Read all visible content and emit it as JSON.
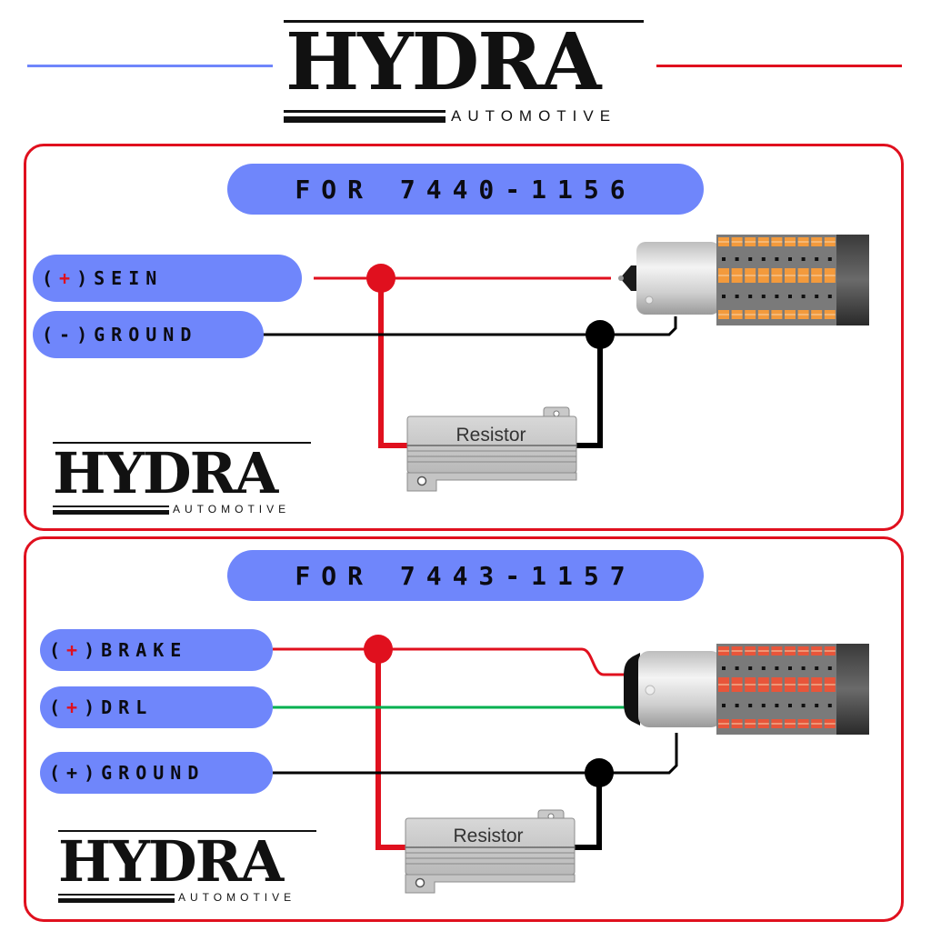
{
  "header": {
    "brand": "HYDRA",
    "tagline": "AUTOMOTIVE",
    "left_line_color": "#6f86fb",
    "right_line_color": "#e0101e"
  },
  "colors": {
    "panel_border": "#e0101e",
    "pill_fill": "#6f86fb",
    "positive_wire": "#e0101e",
    "ground_wire": "#000000",
    "drl_wire": "#00b050",
    "led_amber": "#f39a3c",
    "led_red": "#e8553a"
  },
  "panels": [
    {
      "title": "FOR 7440-1156",
      "labels": [
        {
          "prefix": "(",
          "sign": "+",
          "suffix": ")",
          "name": "SEIN",
          "sign_color": "red"
        },
        {
          "prefix": "(",
          "sign": "-",
          "suffix": ")",
          "name": "GROUND",
          "sign_color": "black"
        }
      ],
      "resistor_label": "Resistor",
      "bulb_type": "single-contact amber LED bulb",
      "logo": {
        "brand": "HYDRA",
        "tagline": "AUTOMOTIVE"
      }
    },
    {
      "title": "FOR 7443-1157",
      "labels": [
        {
          "prefix": "(",
          "sign": "+",
          "suffix": ")",
          "name": "BRAKE",
          "sign_color": "red"
        },
        {
          "prefix": "(",
          "sign": "+",
          "suffix": ")",
          "name": "DRL",
          "sign_color": "red"
        },
        {
          "prefix": "(",
          "sign": "+",
          "suffix": ")",
          "name": "GROUND",
          "sign_color": "black"
        }
      ],
      "resistor_label": "Resistor",
      "bulb_type": "dual-contact red LED bulb",
      "logo": {
        "brand": "HYDRA",
        "tagline": "AUTOMOTIVE"
      }
    }
  ]
}
